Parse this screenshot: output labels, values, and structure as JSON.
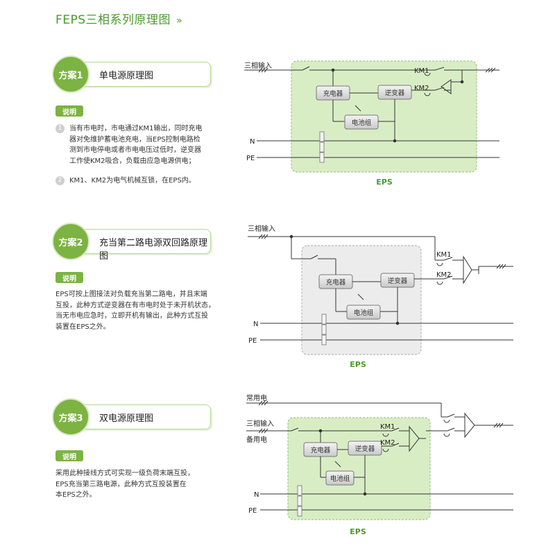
{
  "title": "FEPS三相系列原理图",
  "title_chevron": "»",
  "schemes": [
    {
      "badge": "方案1",
      "name": "单电源原理图",
      "note_label": "说明",
      "notes": [
        {
          "num": "1",
          "lines": [
            "当有市电时，市电通过KM1输出，同时充电",
            "器对免维护蓄电池充电，当EPS控制电路检",
            "测到市电停电或者市电电压过低时，逆变器",
            "工作使KM2吸合，负载由应急电源供电；"
          ]
        },
        {
          "num": "2",
          "lines": [
            "KM1、KM2为电气机械互锁，在EPS内。"
          ]
        }
      ]
    },
    {
      "badge": "方案2",
      "name": "充当第二路电源双回路原理图",
      "note_label": "说明",
      "text_lines": [
        "EPS可按上图接法对负载充当第二路电，并且末端",
        "互投，此种方式逆变器在有市电时处于未开机状态，",
        "当无市电应急时，立即开机有输出，此种方式互投",
        "装置在EPS之外。"
      ]
    },
    {
      "badge": "方案3",
      "name": "双电源原理图",
      "note_label": "说明",
      "text_lines": [
        "采用此种接线方式可实现一级负荷末端互投，",
        "EPS充当第三路电源，此种方式互投装置在",
        "本EPS之外。"
      ]
    }
  ],
  "diagram_labels": {
    "three_phase_input": "三相输入",
    "common_power": "常用电",
    "backup_power": "备用电",
    "km1": "KM1",
    "km2": "KM2",
    "charger": "充电器",
    "inverter": "逆变器",
    "battery": "电池组",
    "n": "N",
    "pe": "PE",
    "eps": "EPS"
  },
  "colors": {
    "accent_green": "#4a9a2c",
    "badge_green": "#7cb342",
    "eps_box_green": "#d9edc5",
    "eps_box_gray": "#ececec"
  }
}
